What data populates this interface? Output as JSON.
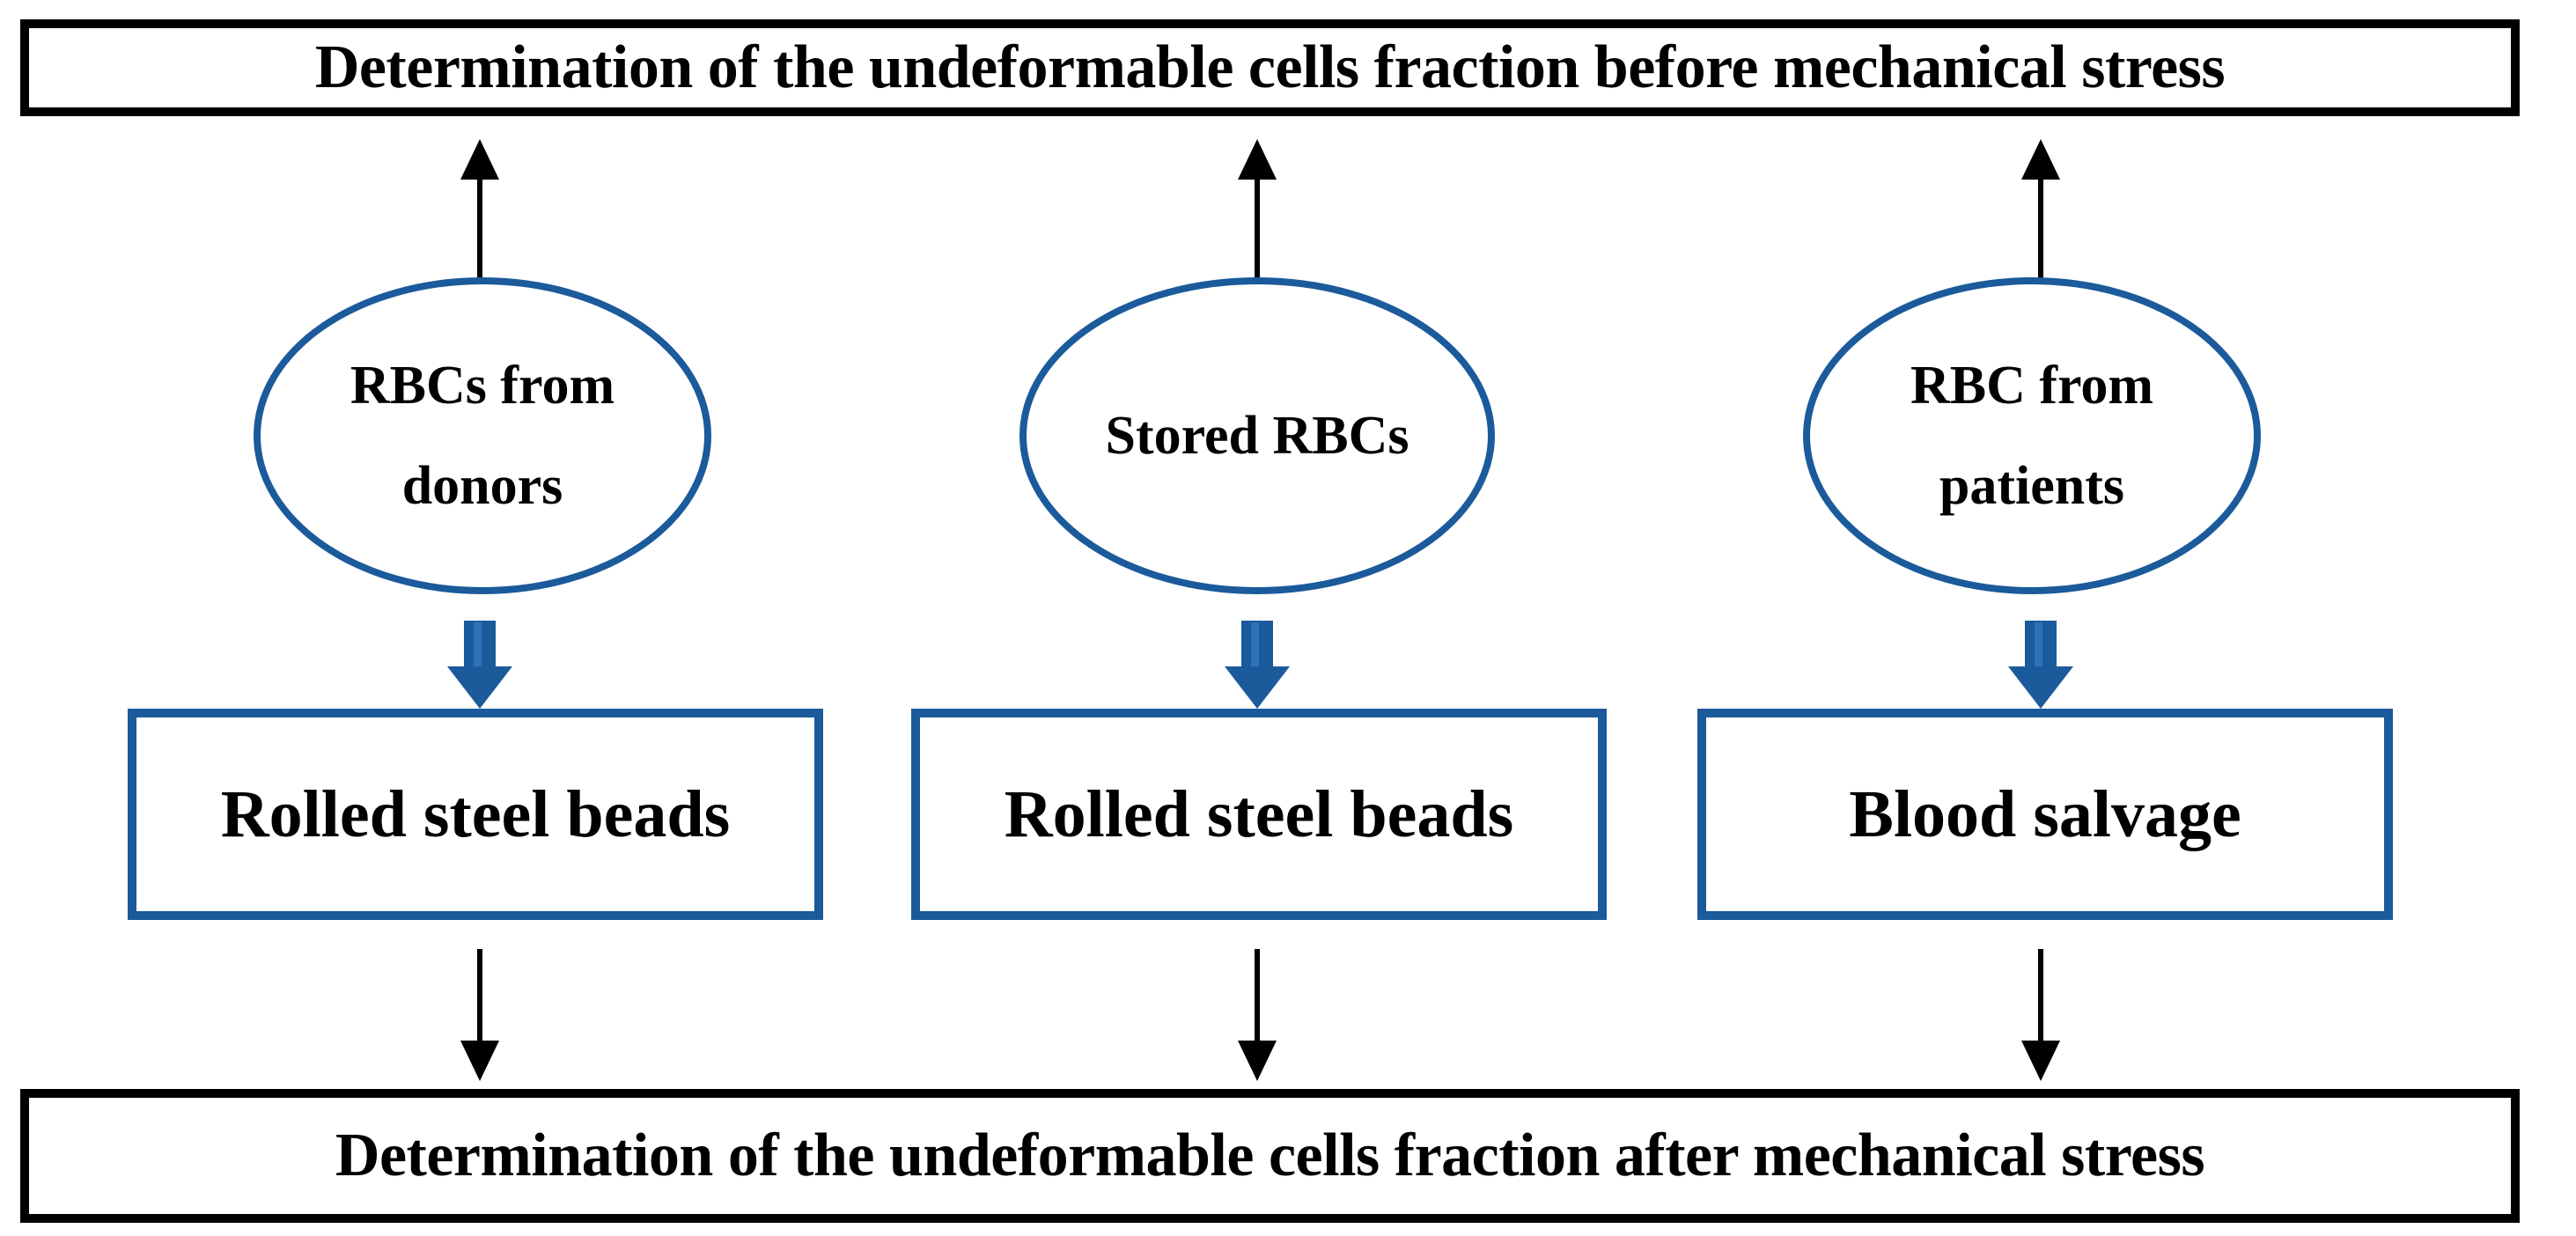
{
  "diagram": {
    "type": "flowchart",
    "title_top": "Determination of the undeformable cells fraction before mechanical stress",
    "title_bottom": "Determination of the undeformable cells fraction after mechanical stress",
    "colors": {
      "blue": "#1B5A9B",
      "blue_light": "#2E73B8",
      "black": "#000000",
      "background": "#FFFFFF"
    },
    "sources": [
      {
        "line1": "RBCs from",
        "line2": "donors"
      },
      {
        "line1": "Stored RBCs",
        "line2": ""
      },
      {
        "line1": "RBC from",
        "line2": "patients"
      }
    ],
    "processes": [
      {
        "label": "Rolled steel beads"
      },
      {
        "label": "Rolled steel beads"
      },
      {
        "label": "Blood salvage"
      }
    ],
    "arrows": {
      "up": [
        "arrow-up-to-top-banner",
        "arrow-up-to-top-banner",
        "arrow-up-to-top-banner"
      ],
      "block_down": [
        "block-arrow-to-process",
        "block-arrow-to-process",
        "block-arrow-to-process"
      ],
      "down": [
        "arrow-down-to-bottom-banner",
        "arrow-down-to-bottom-banner",
        "arrow-down-to-bottom-banner"
      ]
    }
  }
}
